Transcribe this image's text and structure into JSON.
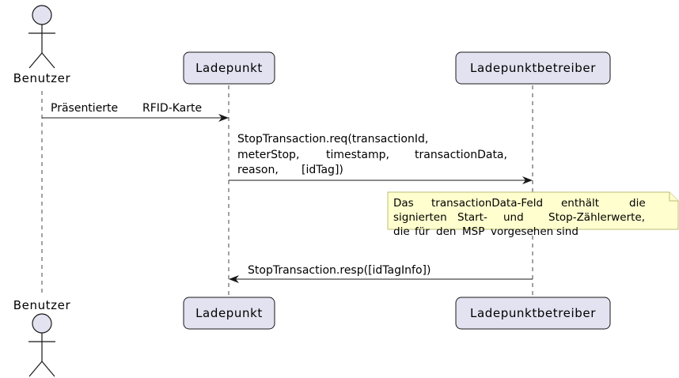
{
  "participants": {
    "user": "Benutzer",
    "point": "Ladepunkt",
    "operator": "Ladepunktbetreiber"
  },
  "messages": {
    "m1": {
      "words": [
        "Präsentierte",
        "RFID-Karte"
      ]
    },
    "m2": {
      "line1": "StopTransaction.req(transactionId,",
      "line2_words": [
        "meterStop,",
        "timestamp,",
        "transactionData,"
      ],
      "line3_words": [
        "reason,",
        "[idTag])"
      ]
    },
    "m3": {
      "text": "StopTransaction.resp([idTagInfo])"
    }
  },
  "note": {
    "line1_words": [
      "Das",
      "transactionData-Feld",
      "enthält",
      "die"
    ],
    "line2_words": [
      "signierten",
      "Start-",
      "und",
      "Stop-Zählerwerte,"
    ],
    "line3_words": [
      "die",
      "für",
      "den",
      "MSP",
      "vorgesehen",
      "sind"
    ]
  },
  "colors": {
    "participant_fill": "#e2e2f0",
    "participant_stroke": "#181818",
    "note_fill": "#fefece",
    "note_stroke": "#bdbd7a",
    "lifeline": "#181818"
  }
}
